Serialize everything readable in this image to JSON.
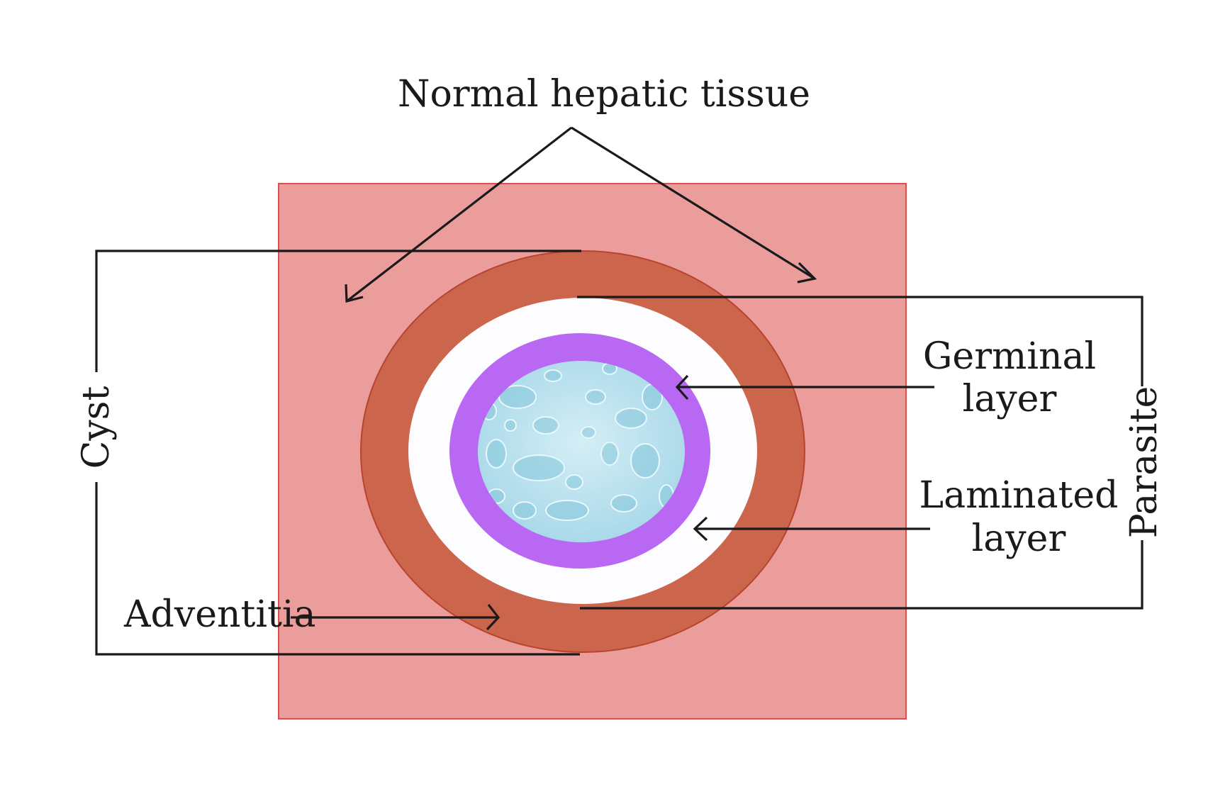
{
  "diagram": {
    "labels": {
      "normal_tissue": "Normal hepatic tissue",
      "germinal_line1": "Germinal",
      "germinal_line2": "layer",
      "laminated_line1": "Laminated",
      "laminated_line2": "layer",
      "adventitia": "Adventitia",
      "cyst": "Cyst",
      "parasite": "Parasite"
    },
    "colors": {
      "hepatic_tissue": "#eb9d9b",
      "hepatic_border": "#d8504f",
      "adventitia": "#cb664d",
      "adventitia_border": "#b8432f",
      "laminated": "#fdfcfe",
      "germinal": "#b868f2",
      "cyst_fluid": "#b8e2ef",
      "droplet": "#85c6da"
    }
  }
}
